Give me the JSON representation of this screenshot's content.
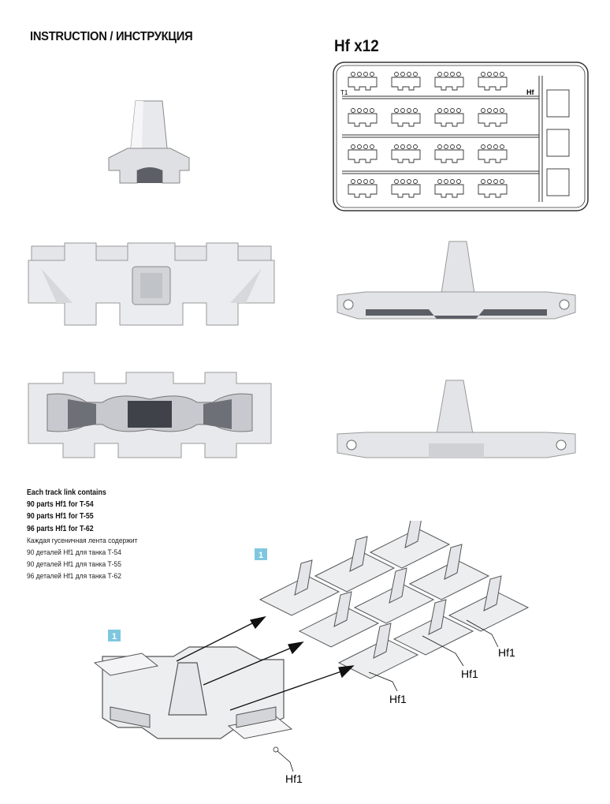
{
  "header": {
    "title": "INSTRUCTION / ИНСТРУКЦИЯ",
    "sprue_title": "Hf x12"
  },
  "sprue": {
    "gate_label_left": "T1",
    "gate_label_right": "Hf"
  },
  "notes": {
    "en": [
      "Each track link contains",
      "90 parts Hf1 for T-54",
      "90  parts Hf1 for T-55",
      "96  parts Hf1 for T-62"
    ],
    "ru": [
      "Каждая гусеничная лента содержит",
      "90 деталей Hf1 для танка Т-54",
      "90 деталей Hf1 для танка Т-55",
      "96 деталей Hf1 для танка Т-62"
    ]
  },
  "assembly": {
    "step_badges": [
      "1",
      "1"
    ],
    "part_callouts": [
      "Hf1",
      "Hf1",
      "Hf1",
      "Hf1"
    ]
  },
  "colors": {
    "part_fill": "#e6e7ea",
    "part_shadow": "#b9bcc2",
    "part_dark": "#5a5d63",
    "outline": "#444",
    "badge_fill": "#7fc7df",
    "arrow": "#111"
  }
}
